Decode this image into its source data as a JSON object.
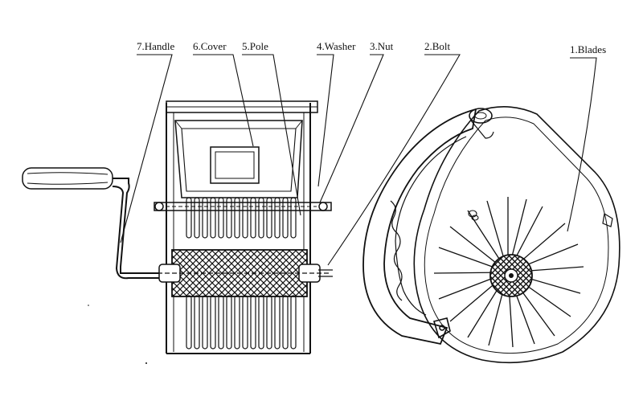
{
  "labels": {
    "handle": "7.Handle",
    "cover": "6.Cover",
    "pole": "5.Pole",
    "washer": "4.Washer",
    "nut": "3.Nut",
    "bolt": "2.Bolt",
    "blades": "1.Blades"
  },
  "colors": {
    "ink": "#111111",
    "paper": "#ffffff"
  }
}
